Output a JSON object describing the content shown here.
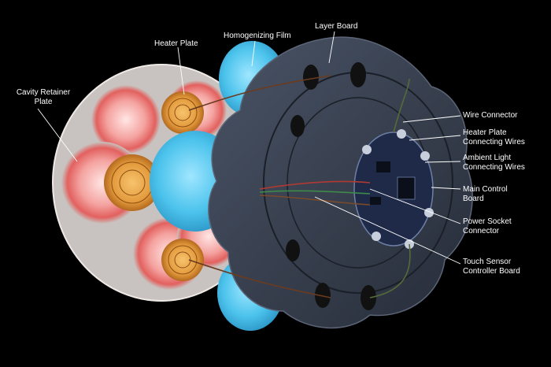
{
  "labels": {
    "cavity_retainer_plate": {
      "line1": "Cavity Retainer",
      "line2": "Plate"
    },
    "heater_plate": "Heater Plate",
    "homogenizing_film": "Homogenizing Film",
    "layer_board": "Layer Board",
    "wire_connector": "Wire Connector",
    "heater_plate_connecting_wires": {
      "line1": "Heater Plate",
      "line2": "Connecting Wires"
    },
    "ambient_light_connecting_wires": {
      "line1": "Ambient Light",
      "line2": "Connecting Wires"
    },
    "main_control_board": {
      "line1": "Main Control",
      "line2": "Board"
    },
    "power_socket_connector": {
      "line1": "Power Socket",
      "line2": "Connector"
    },
    "touch_sensor_controller_board": {
      "line1": "Touch Sensor",
      "line2": "Controller Board"
    }
  },
  "colors": {
    "background": "#000000",
    "retainer_plate": "#d9d4d0",
    "cavity_glow": "#f28a8a",
    "heater_coil": "#e39a3c",
    "homogenizing_film": "#4cc3ec",
    "layer_board": "#3a4352",
    "pcb": "#1f2a48",
    "leader_line": "#ffffff"
  }
}
